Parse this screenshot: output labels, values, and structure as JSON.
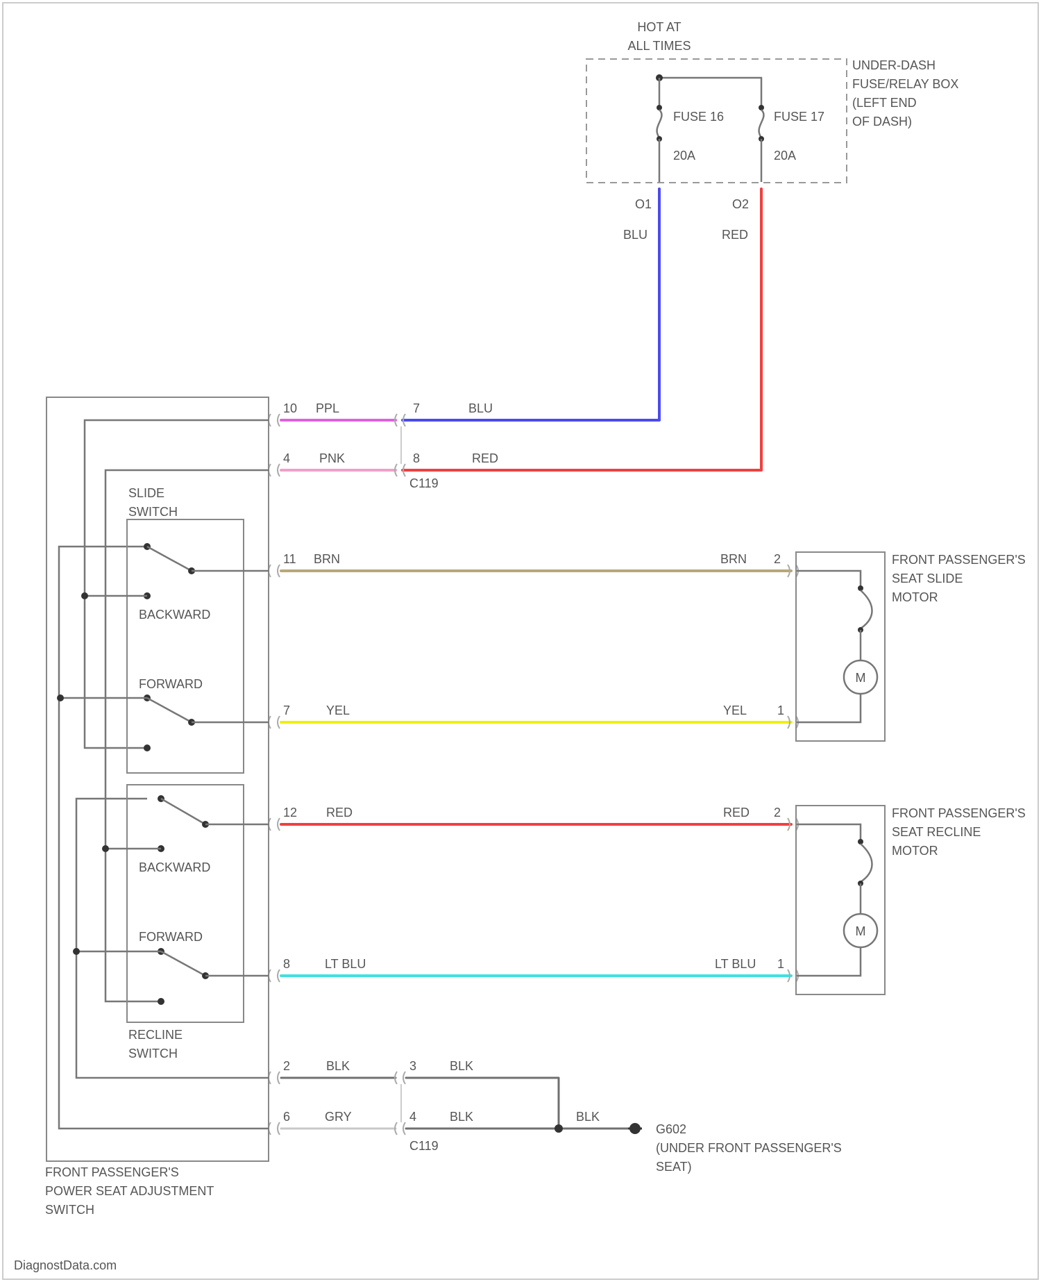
{
  "power": {
    "hot_label_1": "HOT AT",
    "hot_label_2": "ALL TIMES",
    "fusebox_label": [
      "UNDER-DASH",
      "FUSE/RELAY BOX",
      "(LEFT END",
      "OF DASH)"
    ],
    "fuses": [
      {
        "name": "FUSE 16",
        "rating": "20A",
        "terminal": "O1",
        "wire": "BLU"
      },
      {
        "name": "FUSE 17",
        "rating": "20A",
        "terminal": "O2",
        "wire": "RED"
      }
    ]
  },
  "wires": {
    "w10": {
      "pin": "10",
      "color_label": "PPL",
      "color": "#e060e0"
    },
    "w4": {
      "pin": "4",
      "color_label": "PNK",
      "color": "#f0a0c8"
    },
    "w7blu": {
      "pin": "7",
      "color_label": "BLU",
      "color": "#4a4af0"
    },
    "w8red": {
      "pin": "8",
      "color_label": "RED",
      "color": "#f04040"
    },
    "c1_name": "C119",
    "c2_name": "C119",
    "w11": {
      "pin": "11",
      "color_label": "BRN",
      "motor_pin": "2",
      "color": "#b8a878"
    },
    "w7yel": {
      "pin": "7",
      "color_label": "YEL",
      "motor_pin": "1",
      "color": "#f0f000"
    },
    "w12": {
      "pin": "12",
      "color_label": "RED",
      "motor_pin": "2",
      "color": "#f04040"
    },
    "w8ltblu": {
      "pin": "8",
      "color_label": "LT BLU",
      "motor_pin": "1",
      "color": "#40e0e0"
    },
    "w2blk": {
      "pin": "2",
      "color_label": "BLK",
      "pin_right": "3",
      "color_label_right": "BLK",
      "color": "#707070"
    },
    "w6gry": {
      "pin": "6",
      "color_label": "GRY",
      "pin_right": "4",
      "color_label_right": "BLK",
      "color": "#c8c8c8"
    },
    "ground_wire": "BLK"
  },
  "switch": {
    "slide_label": [
      "SLIDE",
      "SWITCH"
    ],
    "recline_label": [
      "RECLINE",
      "SWITCH"
    ],
    "backward": "BACKWARD",
    "forward": "FORWARD",
    "assembly_label": [
      "FRONT PASSENGER'S",
      "POWER SEAT ADJUSTMENT",
      "SWITCH"
    ]
  },
  "motors": {
    "slide_label": [
      "FRONT PASSENGER'S",
      "SEAT SLIDE",
      "MOTOR"
    ],
    "recline_label": [
      "FRONT PASSENGER'S",
      "SEAT RECLINE",
      "MOTOR"
    ],
    "symbol": "M"
  },
  "ground": {
    "name": "G602",
    "location": [
      "(UNDER FRONT PASSENGER'S",
      "SEAT)"
    ]
  },
  "footer": "DiagnostData.com"
}
